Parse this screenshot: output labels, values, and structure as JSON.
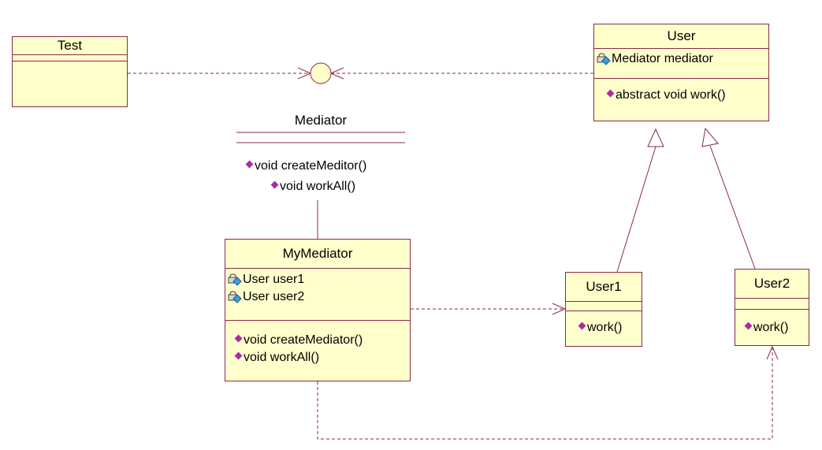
{
  "classes": {
    "test": {
      "name": "Test"
    },
    "user": {
      "name": "User",
      "attributes": [
        "Mediator mediator"
      ],
      "operations": [
        "abstract void work()"
      ]
    },
    "mediator_interface": {
      "name": "Mediator",
      "operations": [
        "void createMeditor()",
        "void workAll()"
      ]
    },
    "my_mediator": {
      "name": "MyMediator",
      "attributes": [
        "User user1",
        "User user2"
      ],
      "operations": [
        "void createMediator()",
        "void workAll()"
      ]
    },
    "user1": {
      "name": "User1",
      "operations": [
        "work()"
      ]
    },
    "user2": {
      "name": "User2",
      "operations": [
        "work()"
      ]
    }
  },
  "colors": {
    "box_fill": "#ffffcc",
    "line": "#8a2a4a",
    "operation_icon": "#b02aa0"
  },
  "icons": {
    "operation": "operation-diamond-icon",
    "attribute": "private-attribute-lock-icon"
  }
}
